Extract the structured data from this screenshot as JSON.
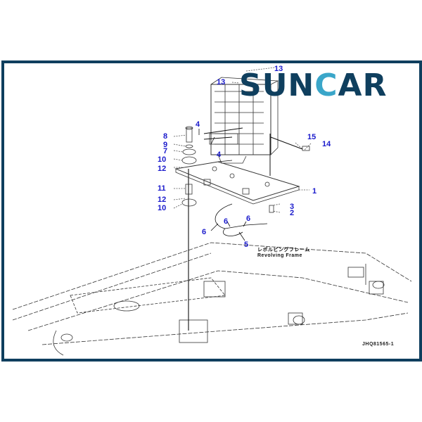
{
  "brand": {
    "logo_prefix": "SUN",
    "logo_c": "C",
    "logo_suffix": "AR",
    "primary_color": "#0f3f5e",
    "accent_color": "#3aa6c9"
  },
  "diagram": {
    "caption_jp": "レボルビングフレーム",
    "caption_en": "Revolving Frame",
    "drawing_code": "JHQ81565-1",
    "label_color": "#1a1acc",
    "callouts": [
      {
        "id": "13a",
        "text": "13"
      },
      {
        "id": "13b",
        "text": "13"
      },
      {
        "id": "4a",
        "text": "4"
      },
      {
        "id": "8",
        "text": "8"
      },
      {
        "id": "9",
        "text": "9"
      },
      {
        "id": "7",
        "text": "7"
      },
      {
        "id": "4b",
        "text": "4"
      },
      {
        "id": "10a",
        "text": "10"
      },
      {
        "id": "12a",
        "text": "12"
      },
      {
        "id": "15",
        "text": "15"
      },
      {
        "id": "14",
        "text": "14"
      },
      {
        "id": "1",
        "text": "1"
      },
      {
        "id": "11",
        "text": "11"
      },
      {
        "id": "3",
        "text": "3"
      },
      {
        "id": "12b",
        "text": "12"
      },
      {
        "id": "2",
        "text": "2"
      },
      {
        "id": "10b",
        "text": "10"
      },
      {
        "id": "6a",
        "text": "6"
      },
      {
        "id": "6b",
        "text": "6"
      },
      {
        "id": "6c",
        "text": "6"
      },
      {
        "id": "5",
        "text": "5"
      }
    ]
  }
}
